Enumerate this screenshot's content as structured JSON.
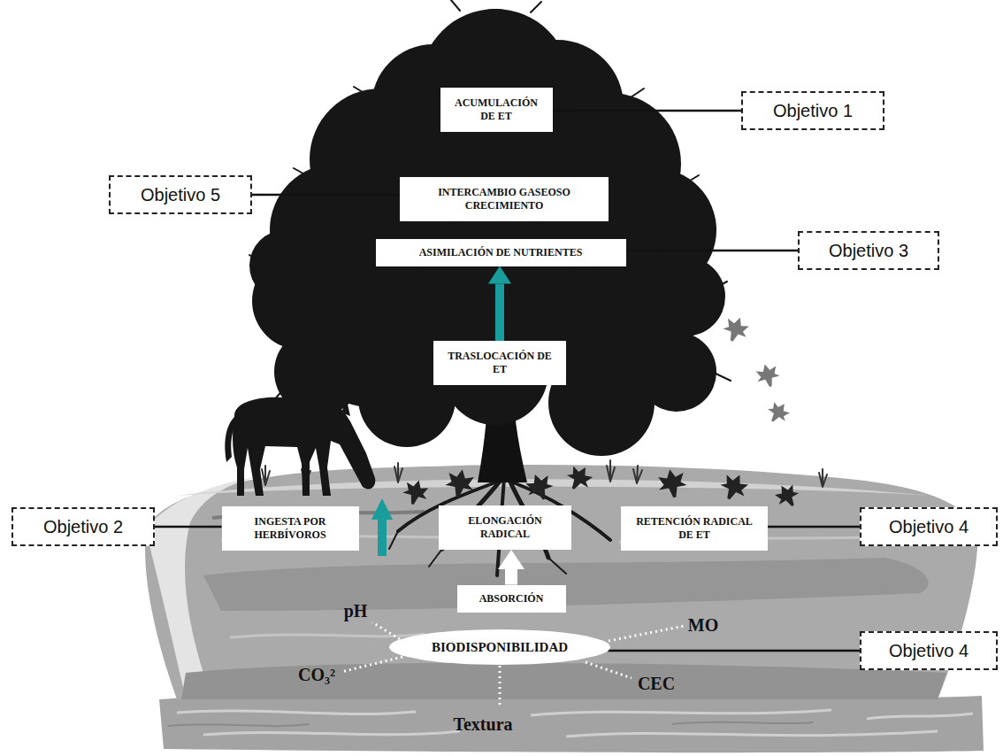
{
  "diagram": {
    "nodes": [
      {
        "text": [
          "ACUMULACIÓN DE ET"
        ]
      },
      {
        "text": [
          "Objetivo 1"
        ]
      },
      {
        "text": [
          "INTERCAMBIO GASEOSO CRECIMIENTO"
        ]
      },
      {
        "text": [
          "Objetivo 5"
        ]
      },
      {
        "text": [
          "ASIMILACIÓN DE NUTRIENTES"
        ]
      },
      {
        "text": [
          "Objetivo 3"
        ]
      },
      {
        "text": [
          "TRASLOCACIÓN DE ET"
        ]
      },
      {
        "text": [
          "INGESTA POR HERBÍVOROS"
        ]
      },
      {
        "text": [
          "Objetivo 2"
        ]
      },
      {
        "text": [
          "ELONGACIÓN RADICAL"
        ]
      },
      {
        "text": [
          "RETENCIÓN RADICAL DE ET"
        ]
      },
      {
        "text": [
          "Objetivo 4"
        ]
      },
      {
        "text": [
          "ABSORCIÓN"
        ]
      },
      {
        "text": [
          "BIODISPONIBILIDAD"
        ]
      },
      {
        "text": [
          "Objetivo 4"
        ]
      }
    ],
    "edges": [
      {
        "from": 1,
        "to": 0,
        "arrow": "none"
      },
      {
        "from": 3,
        "to": 2,
        "arrow": "none"
      },
      {
        "from": 5,
        "to": 4,
        "arrow": "none"
      },
      {
        "from": 6,
        "to": 4,
        "arrow": "to"
      },
      {
        "from": 8,
        "to": 7,
        "arrow": "none"
      },
      {
        "from": 11,
        "to": 10,
        "arrow": "none"
      },
      {
        "from": 12,
        "to": 9,
        "arrow": "to"
      },
      {
        "from": 14,
        "to": 13,
        "arrow": "none"
      }
    ],
    "labels": [
      "pH",
      "MO",
      "CO₃²",
      "CEC",
      "Textura"
    ]
  }
}
